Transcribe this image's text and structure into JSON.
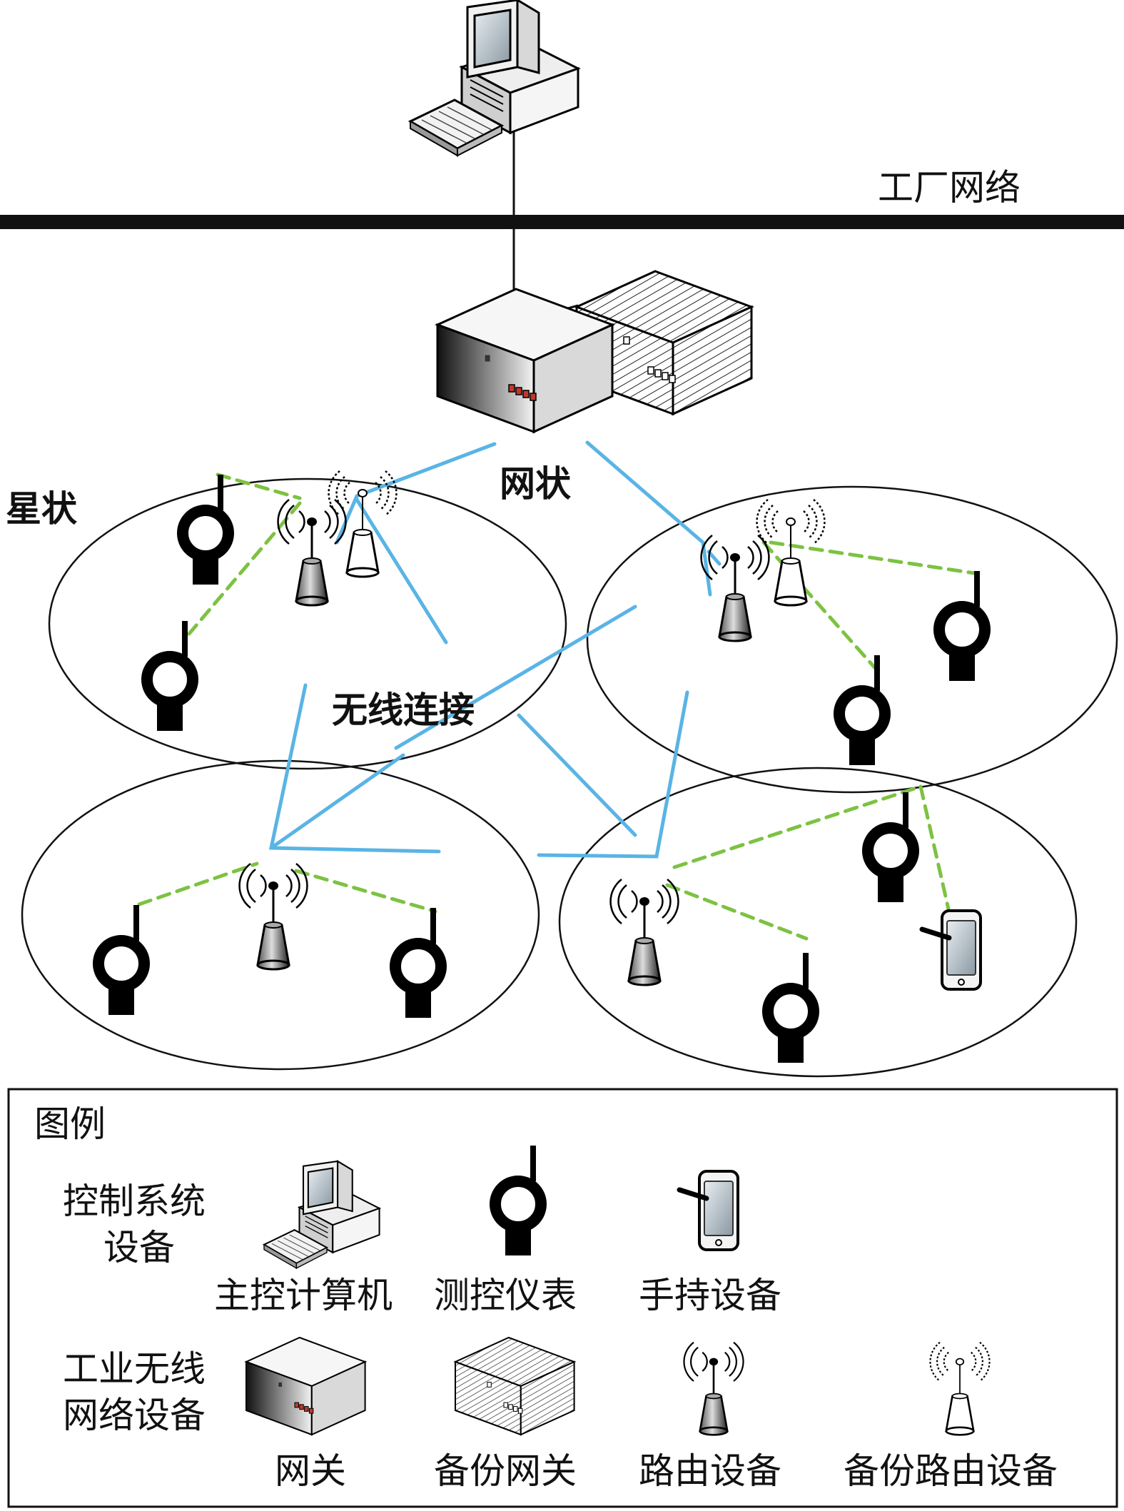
{
  "network_label": "工厂网络",
  "topology": {
    "star_label": "星状",
    "mesh_label": "网状",
    "wireless_label": "无线连接"
  },
  "legend": {
    "title": "图例",
    "row1_label_line1": "控制系统",
    "row1_label_line2": "设备",
    "row2_label_line1": "工业无线",
    "row2_label_line2": "网络设备",
    "items": {
      "host_computer": "主控计算机",
      "instrument": "测控仪表",
      "handheld": "手持设备",
      "gateway": "网关",
      "backup_gateway": "备份网关",
      "router": "路由设备",
      "backup_router": "备份路由设备"
    }
  },
  "colors": {
    "wireless_link": "#5ab4e5",
    "star_link": "#7dc242",
    "backbone": "#111111"
  },
  "icons": {
    "computer": "desktop-computer-icon",
    "gateway": "gateway-server-icon",
    "backup_gateway": "backup-gateway-icon",
    "router": "router-antenna-icon",
    "backup_router": "backup-router-icon",
    "instrument": "field-instrument-icon",
    "handheld": "handheld-device-icon"
  }
}
